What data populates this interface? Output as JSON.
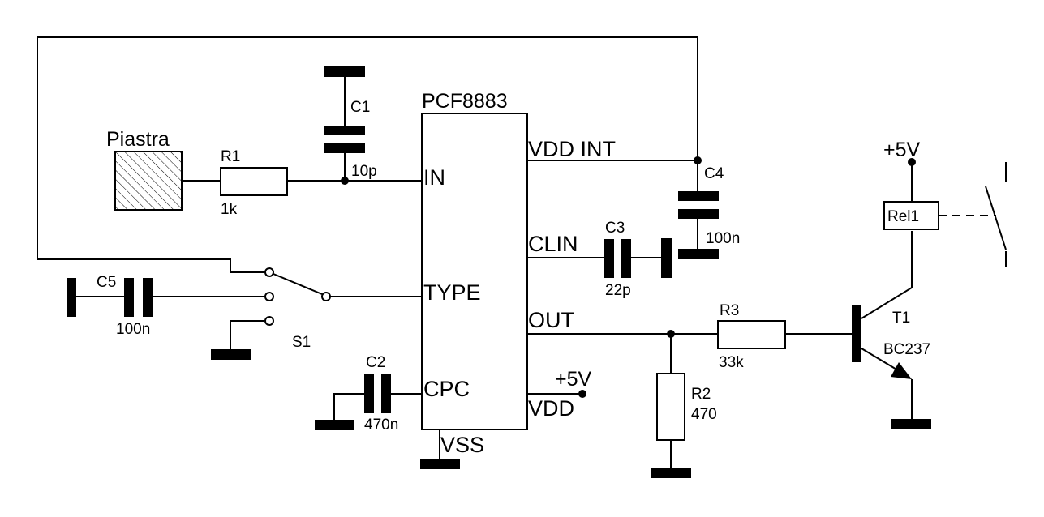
{
  "ic": {
    "name": "PCF8883",
    "pins": {
      "in": "IN",
      "type": "TYPE",
      "cpc": "CPC",
      "vdd_int": "VDD INT",
      "clin": "CLIN",
      "out": "OUT",
      "vdd": "VDD",
      "vss": "VSS"
    }
  },
  "plate": {
    "label": "Piastra"
  },
  "r1": {
    "ref": "R1",
    "value": "1k"
  },
  "r2": {
    "ref": "R2",
    "value": "470"
  },
  "r3": {
    "ref": "R3",
    "value": "33k"
  },
  "c1": {
    "ref": "C1",
    "value": "10p"
  },
  "c2": {
    "ref": "C2",
    "value": "470n"
  },
  "c3": {
    "ref": "C3",
    "value": "22p"
  },
  "c4": {
    "ref": "C4",
    "value": "100n"
  },
  "c5": {
    "ref": "C5",
    "value": "100n"
  },
  "s1": {
    "ref": "S1"
  },
  "t1": {
    "ref": "T1",
    "value": "BC237"
  },
  "relay": {
    "ref": "Rel1"
  },
  "supply": {
    "vdd_label": "+5V",
    "relay_label": "+5V"
  },
  "colors": {
    "ink": "#000000",
    "background": "#ffffff"
  }
}
